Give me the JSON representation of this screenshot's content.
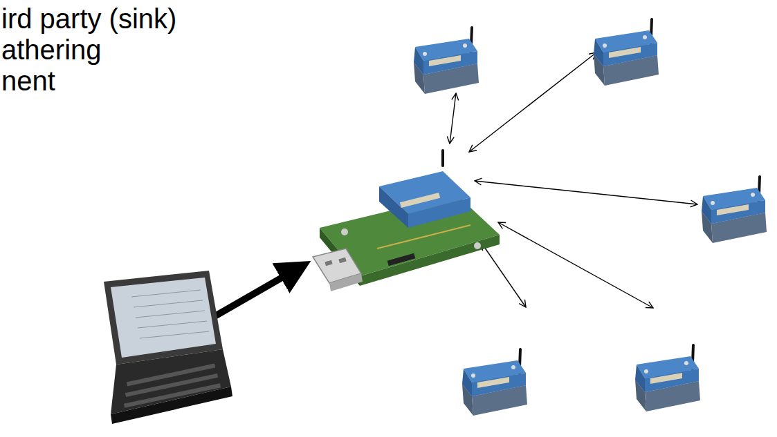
{
  "diagram": {
    "labels": [
      "ird party (sink)",
      "athering",
      "nent"
    ]
  }
}
